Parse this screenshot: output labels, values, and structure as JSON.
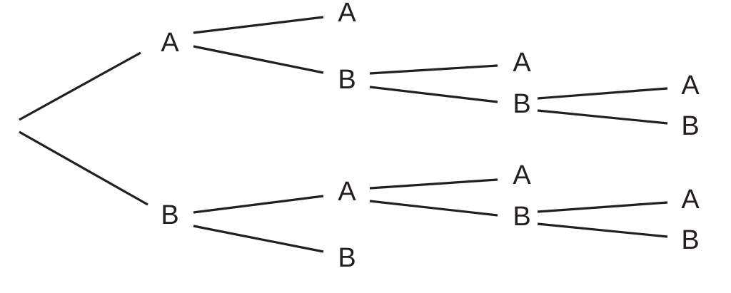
{
  "tree": {
    "labels": {
      "l1_top": "A",
      "l1_bottom": "B",
      "l2_top_a": "A",
      "l2_top_b": "B",
      "l2_bottom_a": "A",
      "l2_bottom_b": "B",
      "l3_top_a": "A",
      "l3_top_b": "B",
      "l3_bottom_a": "A",
      "l3_bottom_b": "B",
      "l4_top_a": "A",
      "l4_top_b": "B",
      "l4_bottom_a": "A",
      "l4_bottom_b": "B"
    }
  }
}
